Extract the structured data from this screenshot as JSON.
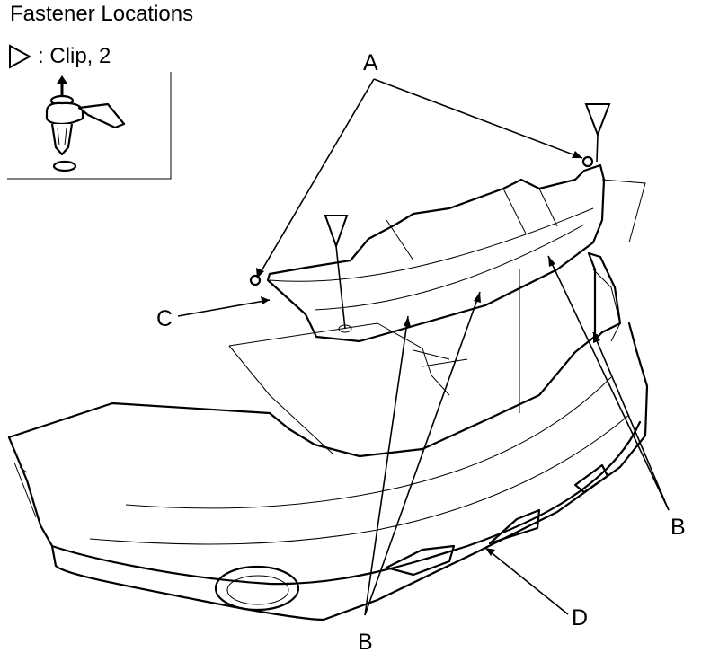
{
  "title": "Fastener Locations",
  "legend": {
    "symbol": "triangle-marker-icon",
    "text": ": Clip, 2"
  },
  "callouts": {
    "a": "A",
    "b_right": "B",
    "b_bottom": "B",
    "c": "C",
    "d": "D"
  }
}
